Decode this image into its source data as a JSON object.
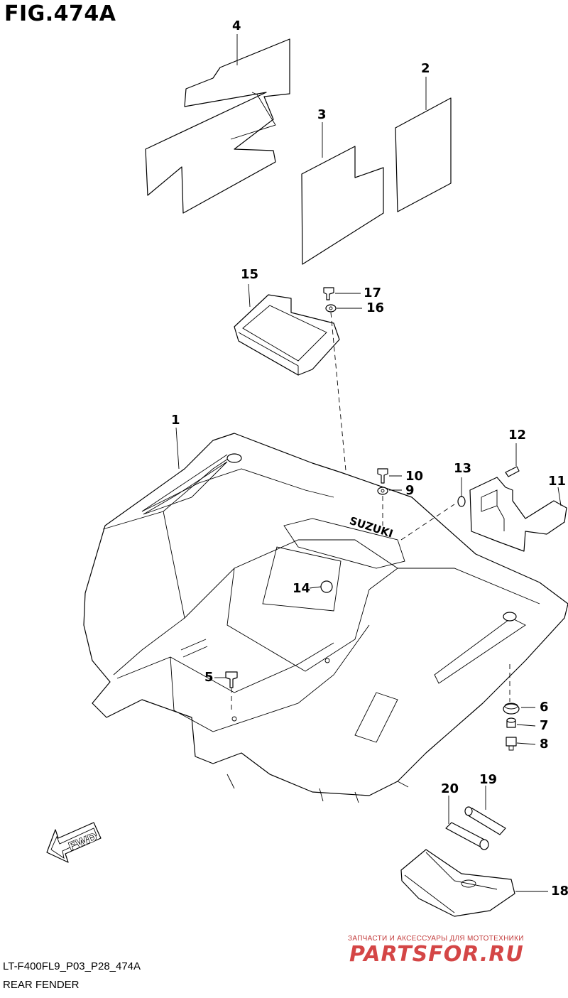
{
  "figure": {
    "title": "FIG.474A",
    "code": "LT-F400FL9_P03_P28_474A",
    "name": "REAR FENDER",
    "fwd_label": "FWD",
    "emblem_text": "SUZUKI"
  },
  "callouts": [
    {
      "id": "4",
      "label": "4"
    },
    {
      "id": "2",
      "label": "2"
    },
    {
      "id": "3",
      "label": "3"
    },
    {
      "id": "15",
      "label": "15"
    },
    {
      "id": "17",
      "label": "17"
    },
    {
      "id": "16",
      "label": "16"
    },
    {
      "id": "1",
      "label": "1"
    },
    {
      "id": "12",
      "label": "12"
    },
    {
      "id": "13",
      "label": "13"
    },
    {
      "id": "11",
      "label": "11"
    },
    {
      "id": "10",
      "label": "10"
    },
    {
      "id": "9",
      "label": "9"
    },
    {
      "id": "14",
      "label": "14"
    },
    {
      "id": "5",
      "label": "5"
    },
    {
      "id": "6",
      "label": "6"
    },
    {
      "id": "7",
      "label": "7"
    },
    {
      "id": "8",
      "label": "8"
    },
    {
      "id": "19",
      "label": "19"
    },
    {
      "id": "20",
      "label": "20"
    },
    {
      "id": "18",
      "label": "18"
    }
  ],
  "watermark": {
    "tagline": "ЗАПЧАСТИ И АКСЕССУАРЫ ДЛЯ МОТОТЕХНИКИ",
    "brand": "PARTSFOR.RU"
  },
  "colors": {
    "line": "#000000",
    "background": "#ffffff",
    "watermark": "#d44646"
  }
}
